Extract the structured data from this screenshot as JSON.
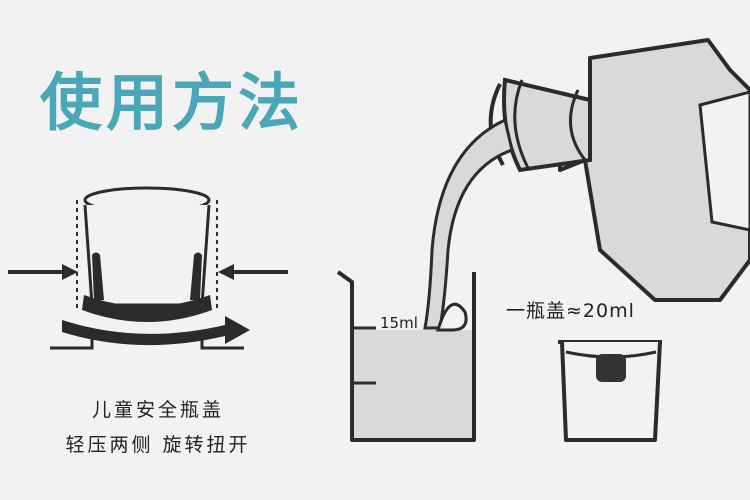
{
  "heading": "使用方法",
  "left_caption": {
    "line1": "儿童安全瓶盖",
    "line2": "轻压两侧 旋转扭开"
  },
  "beaker_mark": "15ml",
  "cap_measure": "一瓶盖≈20ml",
  "colors": {
    "title": "#4aa7b7",
    "liquid": "#d9d9d9",
    "outline": "#2b2b2b",
    "dark": "#333333"
  }
}
